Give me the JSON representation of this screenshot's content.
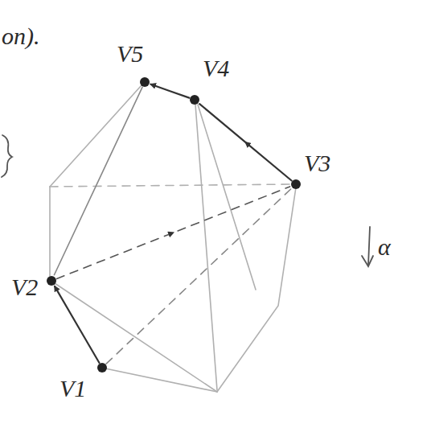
{
  "diagram": {
    "nodes": [
      {
        "text": [
          "V5"
        ]
      },
      {
        "text": [
          "V4"
        ]
      },
      {
        "text": [
          "V3"
        ]
      },
      {
        "text": [
          "V2"
        ]
      },
      {
        "text": [
          "V1"
        ]
      }
    ],
    "edges": [
      {
        "from": 4,
        "to": 3,
        "arrow": "to"
      },
      {
        "from": 2,
        "to": 1,
        "arrow": "to"
      },
      {
        "from": 1,
        "to": 0,
        "arrow": "to"
      },
      {
        "from": 3,
        "to": 2,
        "arrow": "to"
      },
      {
        "from": 0,
        "to": 3,
        "arrow": "none"
      },
      {
        "from": 4,
        "to": 2,
        "arrow": "none"
      }
    ],
    "labels": [
      "on).",
      "α"
    ]
  }
}
